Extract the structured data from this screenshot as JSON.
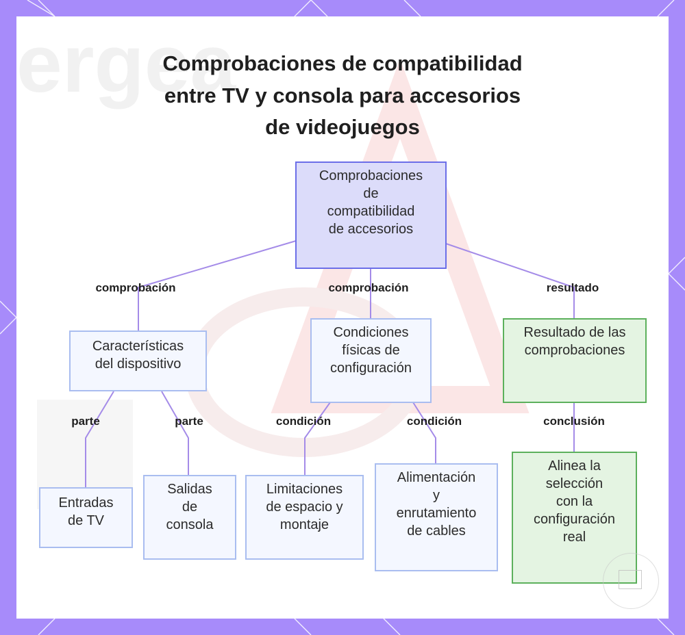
{
  "title": "Comprobaciones de compatibilidad\nentre TV y consola para accesorios\nde videojuegos",
  "nodes": {
    "root": "Comprobaciones\nde\ncompatibilidad\nde accesorios",
    "device_features": "Características\ndel dispositivo",
    "physical_conditions": "Condiciones\nfísicas de\nconfiguración",
    "check_results": "Resultado de las\ncomprobaciones",
    "tv_inputs": "Entradas\nde TV",
    "console_outputs": "Salidas\nde\nconsola",
    "space_limits": "Limitaciones\nde espacio y\nmontaje",
    "power_cables": "Alimentación\ny\nenrutamiento\nde cables",
    "align_selection": "Alinea la\nselección\ncon la\nconfiguración\nreal"
  },
  "edge_labels": {
    "check_1": "comprobación",
    "check_2": "comprobación",
    "result": "resultado",
    "part_1": "parte",
    "part_2": "parte",
    "condition_1": "condición",
    "condition_2": "condición",
    "conclusion": "conclusión"
  },
  "colors": {
    "border_frame": "#a78bfa",
    "edge_line": "#a48be8",
    "root_fill": "#dcdcfa",
    "root_border": "#6b6ee8",
    "child_fill": "#f4f7ff",
    "child_border": "#a9bdf0",
    "result_fill": "#e4f4e2",
    "result_border": "#5cb05c"
  }
}
